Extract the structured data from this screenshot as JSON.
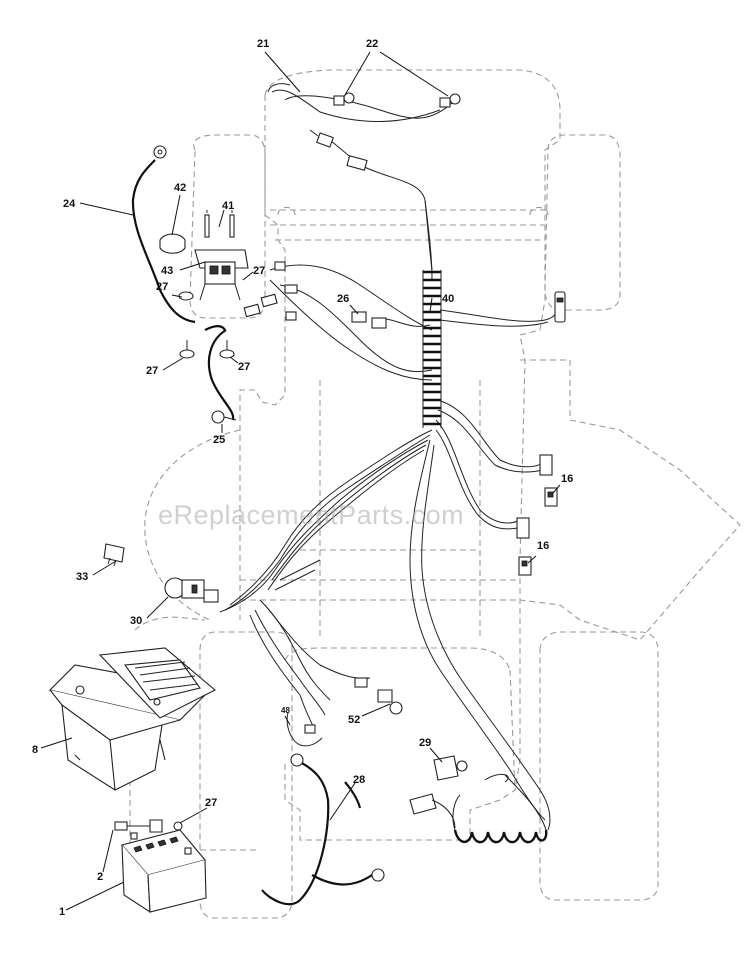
{
  "watermark": "eReplacementParts.com",
  "callouts": {
    "c21": "21",
    "c22": "22",
    "c24": "24",
    "c42": "42",
    "c41": "41",
    "c43": "43",
    "c27a": "27",
    "c27b": "27",
    "c27c": "27",
    "c27d": "27",
    "c27e": "27",
    "c26": "26",
    "c40": "40",
    "c25": "25",
    "c16a": "16",
    "c16b": "16",
    "c33": "33",
    "c30": "30",
    "c48": "48",
    "c52": "52",
    "c8": "8",
    "c29": "29",
    "c28": "28",
    "c2": "2",
    "c1": "1"
  },
  "colors": {
    "line": "#222222",
    "outline": "#9a9a9a",
    "background": "#ffffff"
  }
}
